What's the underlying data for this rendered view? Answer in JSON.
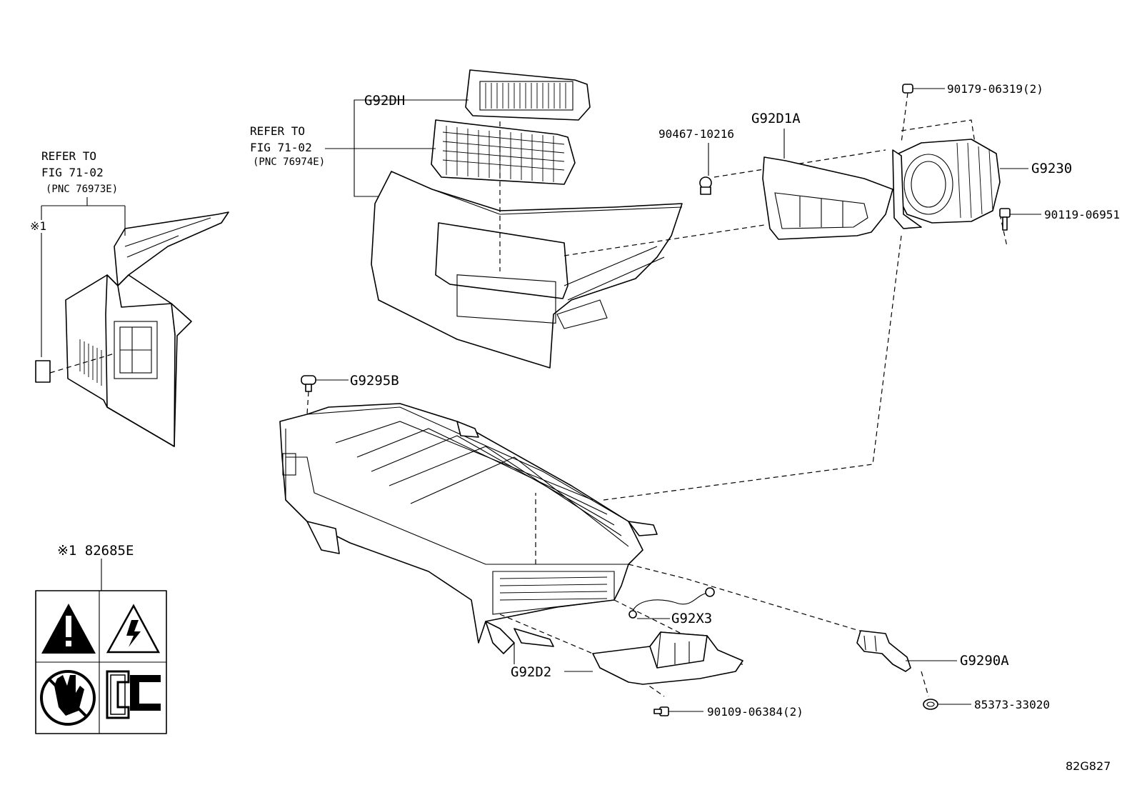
{
  "refer_left": {
    "line1": "REFER TO",
    "line2": "FIG 71-02",
    "line3": "(PNC 76973E)",
    "marker": "※1"
  },
  "refer_center": {
    "line1": "REFER TO",
    "line2": "FIG 71-02",
    "line3": "(PNC 76974E)"
  },
  "labels": {
    "g92dh": "G92DH",
    "g92d1a": "G92D1A",
    "p90467": "90467-10216",
    "p90179": "90179-06319(2)",
    "g9230": "G9230",
    "p90119": "90119-06951",
    "g9295b": "G9295B",
    "g92x3": "G92X3",
    "g9290a": "G9290A",
    "g92d2": "G92D2",
    "p90109": "90109-06384(2)",
    "p85373": "85373-33020"
  },
  "warning_label": {
    "title": "※1 82685E"
  },
  "figure_id": "82G827",
  "icons": [
    "warning-triangle-icon",
    "high-voltage-icon",
    "no-touch-hand-icon",
    "service-plug-icon"
  ]
}
